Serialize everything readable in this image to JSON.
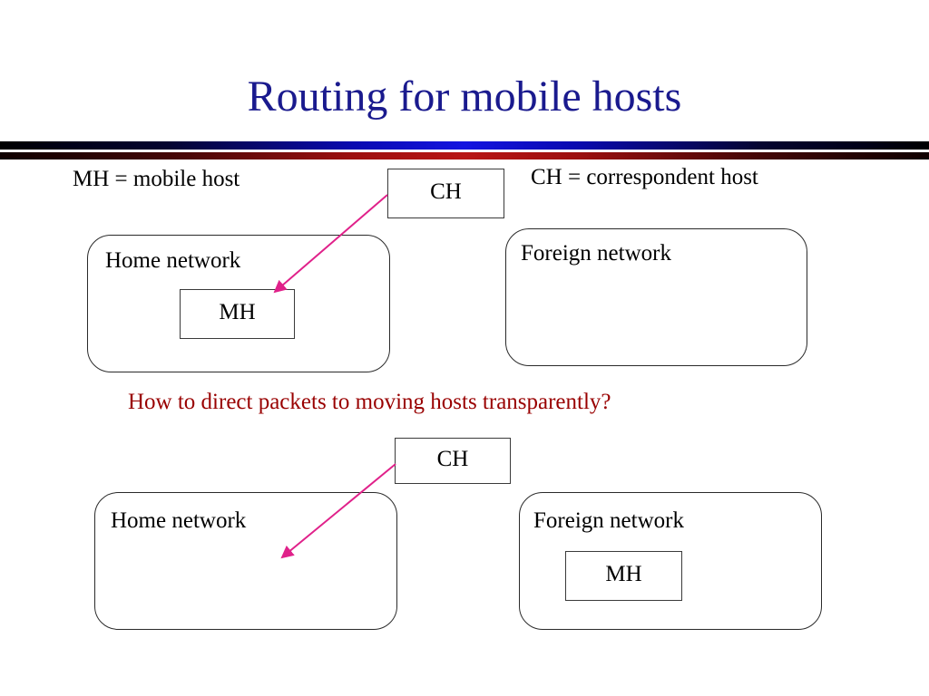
{
  "slide": {
    "title": "Routing for mobile hosts",
    "title_color": "#1a1a8e",
    "background_color": "#ffffff"
  },
  "rules": {
    "blue_bar_color": "#1414e0",
    "red_bar_color": "#b81616"
  },
  "legend": {
    "mh": "MH = mobile host",
    "ch": "CH = correspondent host"
  },
  "question": {
    "text": "How to direct packets to moving hosts transparently?",
    "color": "#990000"
  },
  "diagram_top": {
    "ch_box": {
      "label": "CH"
    },
    "home_network": {
      "label": "Home network",
      "host": {
        "label": "MH"
      }
    },
    "foreign_network": {
      "label": "Foreign network",
      "host": null
    },
    "arrow": {
      "color": "#e0218a",
      "from": "ch-box-top",
      "to": "mh-box-top"
    }
  },
  "diagram_bottom": {
    "ch_box": {
      "label": "CH"
    },
    "home_network": {
      "label": "Home network",
      "host": null
    },
    "foreign_network": {
      "label": "Foreign network",
      "host": {
        "label": "MH"
      }
    },
    "arrow": {
      "color": "#e0218a",
      "from": "ch-box-bot",
      "to": "home-net-bot"
    }
  }
}
